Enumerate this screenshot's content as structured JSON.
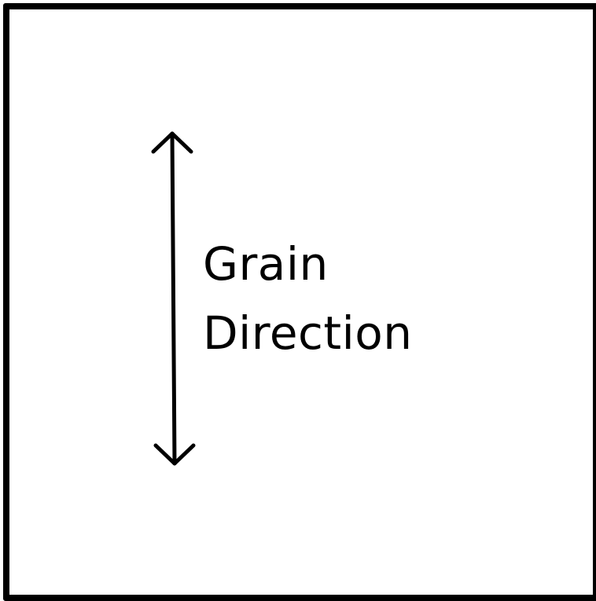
{
  "diagram": {
    "label_line1": "Grain",
    "label_line2": "Direction",
    "colors": {
      "stroke": "#000000",
      "background": "#ffffff"
    },
    "arrow": {
      "orientation": "vertical",
      "heads": "both"
    }
  }
}
